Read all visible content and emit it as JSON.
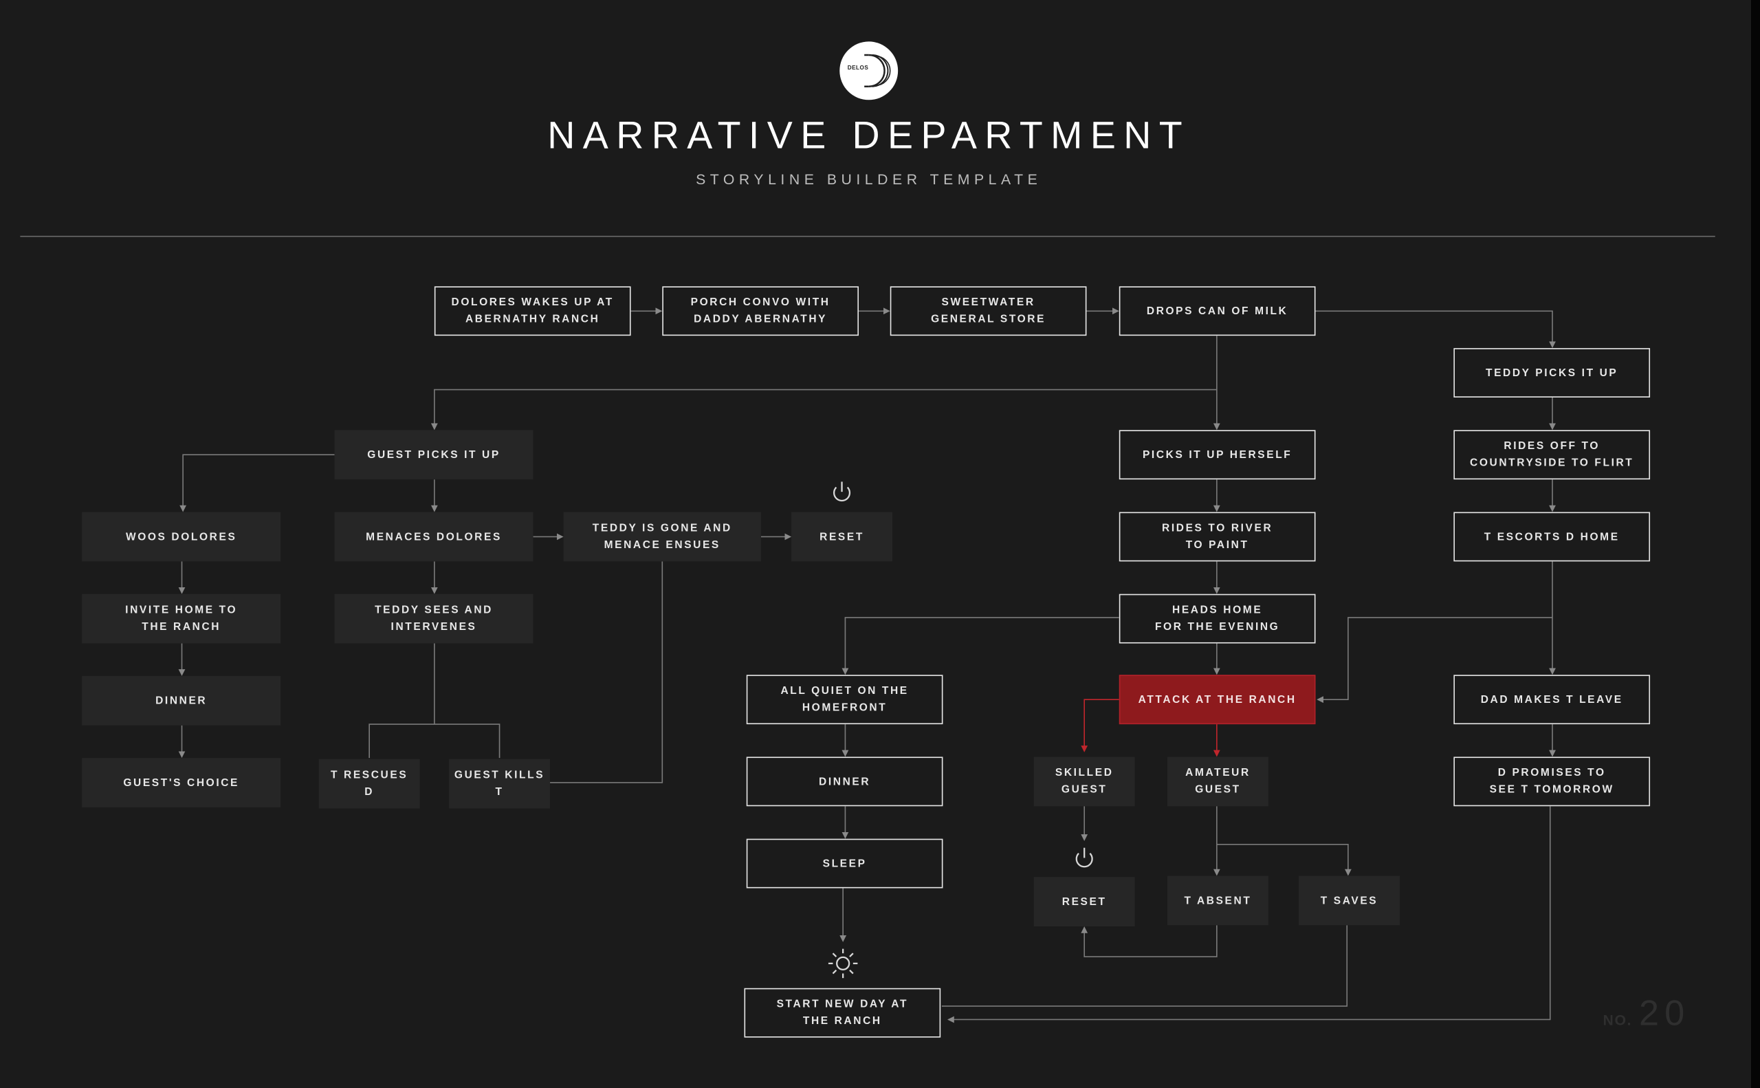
{
  "header": {
    "logo_text": "DELOS",
    "title": "NARRATIVE DEPARTMENT",
    "subtitle": "STORYLINE BUILDER TEMPLATE"
  },
  "colors": {
    "background": "#1b1b1b",
    "filled_node": "#262626",
    "highlight": "#8e1a1d",
    "line": "#888888"
  },
  "nodes": {
    "n1": "DOLORES WAKES UP AT\nABERNATHY RANCH",
    "n2": "PORCH CONVO WITH\nDADDY ABERNATHY",
    "n3": "SWEETWATER\nGENERAL STORE",
    "n4": "DROPS CAN OF MILK",
    "n5": "TEDDY PICKS IT UP",
    "n6": "GUEST PICKS IT UP",
    "n7": "PICKS IT UP HERSELF",
    "n8": "RIDES OFF TO\nCOUNTRYSIDE TO FLIRT",
    "n9": "WOOS DOLORES",
    "n10": "MENACES DOLORES",
    "n11": "TEDDY IS GONE AND\nMENACE ENSUES",
    "n12": "RESET",
    "n13": "RIDES TO RIVER\nTO PAINT",
    "n14": "T ESCORTS D HOME",
    "n15": "INVITE HOME TO\nTHE RANCH",
    "n16": "TEDDY SEES AND\nINTERVENES",
    "n17": "HEADS HOME\nFOR THE EVENING",
    "n18": "DINNER",
    "n19": "ALL QUIET ON THE\nHOMEFRONT",
    "n20": "ATTACK AT THE RANCH",
    "n21": "DAD MAKES T LEAVE",
    "n22": "GUEST'S CHOICE",
    "n23": "T RESCUES\nD",
    "n24": "GUEST KILLS\nT",
    "n25": "DINNER",
    "n26": "SKILLED\nGUEST",
    "n27": "AMATEUR\nGUEST",
    "n28": "D PROMISES TO\nSEE T TOMORROW",
    "n29": "SLEEP",
    "n30": "RESET",
    "n31": "T ABSENT",
    "n32": "T SAVES",
    "n33": "START NEW DAY AT\nTHE RANCH"
  },
  "icons": [
    "power-icon",
    "power-icon",
    "sun-icon"
  ],
  "page_number": {
    "label": "NO.",
    "value": "20"
  }
}
